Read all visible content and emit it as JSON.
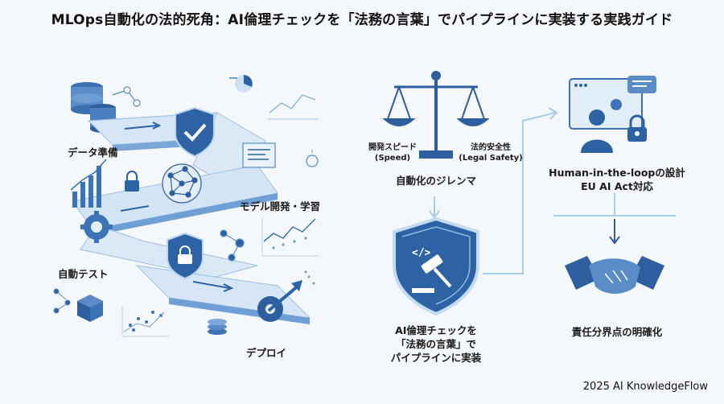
{
  "title": "MLOps自動化の法的死角：AI倫理チェックを「法務の言葉」でパイプラインに実装する実践ガイド",
  "pipeline": {
    "stage1": "データ準備",
    "stage2": "モデル開発・学習",
    "stage3": "自動テスト",
    "stage4": "デプロイ"
  },
  "dilemma": {
    "left_label": "開発スピード",
    "left_sub": "(Speed)",
    "right_label": "法的安全性",
    "right_sub": "(Legal Safety)",
    "caption": "自動化のジレンマ"
  },
  "implement": {
    "line1": "AI倫理チェックを",
    "line2": "「法務の言葉」で",
    "line3": "パイプラインに実装"
  },
  "hitl": {
    "line1": "Human-in-the-loopの設計",
    "line2": "EU AI Act対応"
  },
  "responsibility": "責任分界点の明確化",
  "footer": "2025 AI KnowledgeFlow",
  "colors": {
    "navy": "#1f4f8a",
    "mid": "#4d86c6",
    "light": "#a9cbec",
    "pale": "#dcebf8"
  }
}
